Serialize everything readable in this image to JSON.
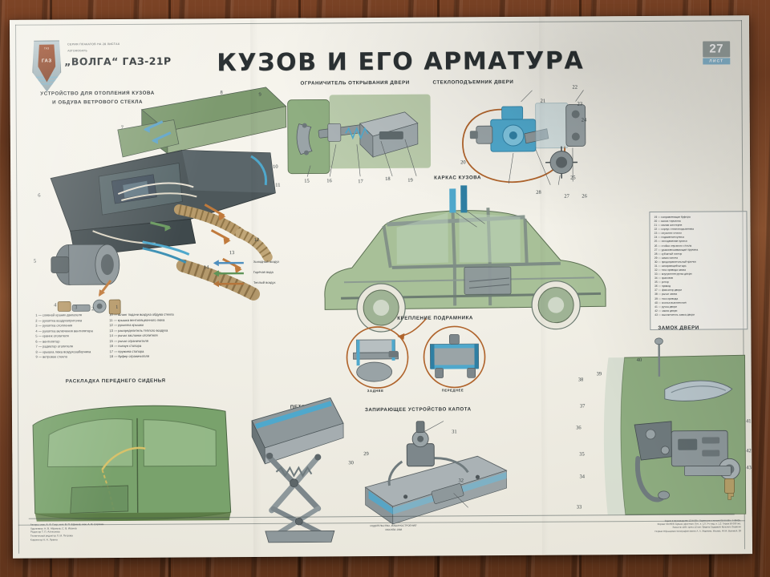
{
  "poster": {
    "title": "КУЗОВ И ЕГО АРМАТУРА",
    "brand": {
      "series_line1": "СЕРИЯ ПЛАКАТОВ  НА 28 ЛИСТАХ",
      "series_line2": "АВТОМОБИЛЬ",
      "model": "„ВОЛГА“ ГАЗ-21Р",
      "shield_top": "ГАЗ",
      "shield_mark": "ГАЗ"
    },
    "page_badge": {
      "number": "27",
      "label": "ЛИСТ"
    },
    "sections": {
      "heater": "УСТРОЙСТВО ДЛЯ ОТОПЛЕНИЯ КУЗОВА\nИ ОБДУВА ВЕТРОВОГО СТЕКЛА",
      "door_limiter": "ОГРАНИЧИТЕЛЬ ОТКРЫВАНИЯ ДВЕРИ",
      "window_regulator": "СТЕКЛОПОДЪЕМНИК ДВЕРИ",
      "body_frame": "КАРКАС КУЗОВА",
      "subframe_mount": "КРЕПЛЕНИЕ ПОДРАМНИКА",
      "subframe_rear": "ЗАДНЕЕ",
      "subframe_front": "ПЕРЕДНЕЕ",
      "seat_recline": "РАСКЛАДКА ПЕРЕДНЕГО СИДЕНЬЯ",
      "hood_hinge": "ПЕТЛЯ КАПОТА",
      "hood_latch": "ЗАПИРАЮЩЕЕ УСТРОЙСТВО КАПОТА",
      "door_lock": "ЗАМОК ДВЕРИ"
    },
    "flow_legend": [
      {
        "label": "Холодный воздух",
        "color": "#4f8fbe"
      },
      {
        "label": "Горячая вода",
        "color": "#5f9458"
      },
      {
        "label": "Теплый воздух",
        "color": "#b5753b"
      }
    ],
    "legend_left_col1": [
      "1 — сливной краник двигателя",
      "2 — рукоятка воздухоприточка",
      "3 — рукоятка отопления",
      "4 — рукоятка включения вентилятора",
      "5 — краник отопителя",
      "6 — вентилятор",
      "7 — радиатор отопителя",
      "8 — крышка люка воздухозаборника",
      "9 — ветровое стекло"
    ],
    "legend_left_col2": [
      "10 — шланг подачи воздуха обдува стекла",
      "11 — крышка вентиляционного люка",
      "12 — рукоятка крышки",
      "13 — распределитель теплого воздуха",
      "14 — рычаг заслонки отопителя",
      "15 — рычаг ограничителя",
      "16 — ползун стопора",
      "17 — пружина стопора",
      "18 — буфер ограничителя"
    ],
    "legend_right": [
      "19 — направляющая буфера",
      "20 — валик торсиона",
      "21 — малая шестерня",
      "22 — корпус стеклоподъемника",
      "23 — опускное стекло",
      "24 — подвижная кулиса",
      "25 — неподвижная кулиса",
      "26 — стойка опускного стекла",
      "27 — уравновешивающая пружина",
      "28 — зубчатый сектор",
      "29 — замок капота",
      "30 — предохранительный крючок",
      "31 — запирающий штырь",
      "32 — тяга привода замка",
      "33 — внутренняя ручка двери",
      "34 — храповик",
      "35 — ротор",
      "36 — привод",
      "37 — фиксатор двери",
      "38 — рычаг замка",
      "39 — тяга привода",
      "40 — кнопка выключения",
      "41 — ручка двери",
      "42 — замок двери",
      "43 — выключатель замка двери"
    ],
    "callouts_heater": [
      "1",
      "2",
      "3",
      "4",
      "5",
      "6",
      "7",
      "8",
      "9",
      "10",
      "11",
      "12",
      "13",
      "14"
    ],
    "callouts_limiter": [
      "15",
      "16",
      "17",
      "18",
      "19"
    ],
    "callouts_regulator": [
      "20",
      "21",
      "22",
      "23",
      "24",
      "25",
      "26",
      "27",
      "28"
    ],
    "callouts_hood": [
      "29",
      "30",
      "31",
      "32"
    ],
    "callouts_lock": [
      "33",
      "34",
      "35",
      "36",
      "37",
      "38",
      "39",
      "40",
      "41",
      "42",
      "43"
    ],
    "imprint_left": [
      "Авторы: инж. А. Ф. Гаар, инж. В. П. Ефимов, инж. А. Я. Сорокин",
      "Художники: Н. В. Абрамов, С. В. Иванов",
      "Редактор Т. П. Алексеева",
      "Технический редактор Л. М. Петрова",
      "Корректор Н. Н. Лукина"
    ],
    "imprint_center": [
      "ИЗДАТЕЛЬСТВО „МАШИНОСТРОЕНИЕ“",
      "МОСКВА  1968"
    ],
    "imprint_right": [
      "Сдано в производство 12.III.68 г. Подписано к печати 05.VII.68 г. Т-08425.",
      "Формат 60×90/8. Бумага офсетная. Печ. л. 1,0. Уч.-изд. л. 1,2. Тираж 50 000 экз.",
      "Заказ № 1234. Цена 12 коп. Ордена Трудового Красного Знамени",
      "Первая Образцовая типография имени А. А. Жданова, Москва, Ж-54, Валовая, 28"
    ]
  }
}
